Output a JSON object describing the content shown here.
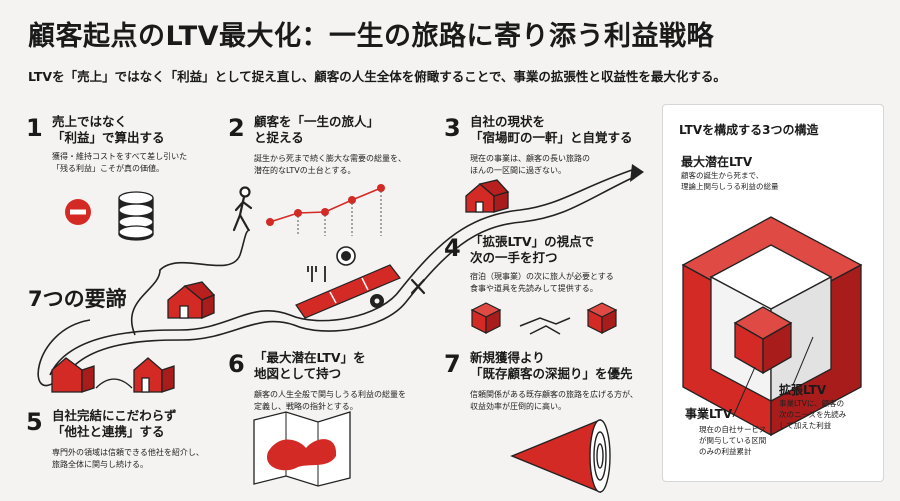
{
  "header": {
    "title": "顧客起点のLTV最大化：一生の旅路に寄り添う利益戦略",
    "subtitle": "LTVを「売上」ではなく「利益」として捉え直し、顧客の人生全体を俯瞰することで、事業の拡張性と収益性を最大化する。"
  },
  "section_label": "7つの要諦",
  "points": [
    {
      "num": "1",
      "title_1": "売上ではなく",
      "title_2": "「利益」で算出する",
      "desc_1": "獲得・維持コストをすべて差し引いた",
      "desc_2": "「残る利益」こそが真の価値。"
    },
    {
      "num": "2",
      "title_1": "顧客を「一生の旅人」",
      "title_2": "と捉える",
      "desc_1": "誕生から死まで続く膨大な需要の総量を、",
      "desc_2": "潜在的なLTVの土台とする。"
    },
    {
      "num": "3",
      "title_1": "自社の現状を",
      "title_2": "「宿場町の一軒」と自覚する",
      "desc_1": "現在の事業は、顧客の長い旅路の",
      "desc_2": "ほんの一区間に過ぎない。"
    },
    {
      "num": "4",
      "title_1": "「拡張LTV」の視点で",
      "title_2": "次の一手を打つ",
      "desc_1": "宿泊（現事業）の次に旅人が必要とする",
      "desc_2": "食事や道具を先読みして提供する。"
    },
    {
      "num": "5",
      "title_1": "自社完結にこだわらず",
      "title_2": "「他社と連携」する",
      "desc_1": "専門外の領域は信頼できる他社を紹介し、",
      "desc_2": "旅路全体に関与し続ける。"
    },
    {
      "num": "6",
      "title_1": "「最大潜在LTV」を",
      "title_2": "地図として持つ",
      "desc_1": "顧客の人生全般で関与しうる利益の総量を",
      "desc_2": "定義し、戦略の指針とする。"
    },
    {
      "num": "7",
      "title_1": "新規獲得より",
      "title_2": "「既存顧客の深掘り」を優先",
      "desc_1": "信頼関係がある既存顧客の旅路を広げる方が、",
      "desc_2": "収益効率が圧倒的に高い。"
    }
  ],
  "panel": {
    "title": "LTVを構成する3つの構造",
    "max": {
      "label": "最大潜在LTV",
      "desc_1": "顧客の誕生から死まで、",
      "desc_2": "理論上関与しうる利益の総量"
    },
    "expand": {
      "label": "拡張LTV",
      "desc_1": "事業LTVに、顧客の",
      "desc_2": "次のニーズを先読み",
      "desc_3": "して加えた利益"
    },
    "business": {
      "label": "事業LTV",
      "desc_1": "現在の自社サービス",
      "desc_2": "が関与している区間",
      "desc_3": "のみの利益累計"
    }
  },
  "colors": {
    "accent": "#d42a26",
    "dark": "#1a1a1a",
    "panel_bg": "#ffffff",
    "page_bg": "#f4f3f1"
  }
}
